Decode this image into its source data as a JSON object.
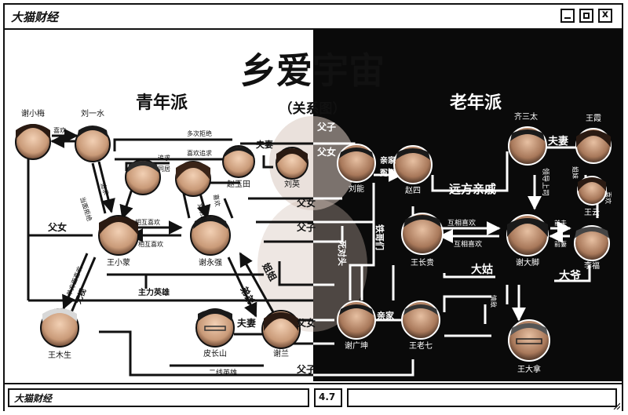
{
  "window": {
    "title": "大猫财经",
    "buttons": {
      "minimize": "_",
      "maximize": "□",
      "close": "x"
    }
  },
  "diagram": {
    "main_title": "乡爱宇宙",
    "subtitle": "（关系图）",
    "young_group": "青年派",
    "old_group": "老年派",
    "people": {
      "xie_xiaomei": "谢小梅",
      "liu_yishui": "刘一水",
      "qi_sange": "齐三太",
      "wang_yun_top": "王霞",
      "zhao_yutian": "赵玉田",
      "liu_ying": "刘英",
      "liu_neng": "刘能",
      "zhao_si": "赵四",
      "wang_yun": "王云",
      "wang_xiaomeng": "王小蒙",
      "xie_yongqiang": "谢永强",
      "wang_changgui": "王长贵",
      "xie_dajiao": "谢大脚",
      "li_ge": "李福",
      "wang_musheng": "王木生",
      "pi_changshan": "皮长山",
      "xie_lan": "谢兰",
      "xie_guangkun": "谢广坤",
      "wang_laoqi": "王老七",
      "wang_dabao": "王大拿"
    },
    "relations": {
      "xihuan": "喜欢",
      "zhuiqiu": "追求",
      "dangmianjujue": "当面拒绝",
      "duocijujue": "多次拒绝",
      "xihuanzhuiqiu": "喜欢追求",
      "zhuiqiu2": "追求",
      "tongju": "同居",
      "fuqi1": "夫妻",
      "fuzi1": "父子",
      "funv1": "父女",
      "qinjia1": "亲家",
      "yuanjia": "冤家",
      "yuanfangqinqi": "远方亲戚",
      "fuqi2": "夫妻",
      "lingdaoshangsi": "领导上司",
      "jiemei": "姐妹",
      "xihuan2": "喜欢",
      "funv2": "父女",
      "huxiangxihuan1": "相互喜欢",
      "huxiangxihuan2": "相互喜欢",
      "nvpengyou": "女朋友",
      "funv3": "父女",
      "fuzi2": "父子",
      "huxiangxihuan3": "互相喜欢",
      "huxiangxihuan4": "互相喜欢",
      "qianfu": "前夫",
      "qianqi": "前妻",
      "dagu": "大姑",
      "daye": "大爷",
      "sidui": "死对头",
      "tiegemen": "铁哥们",
      "danfangxihuan": "单方面喜欢",
      "wushi": "无视",
      "zhulifengyuan": "主力英雄",
      "didi": "弟弟",
      "jiejie": "姐姐",
      "xihuan3": "喜欢",
      "qingman": "情敌",
      "fuqi3": "夫妻",
      "funv4": "父女",
      "qinjia2": "亲家",
      "erxianyingxiong": "二线英雄",
      "fuzi3": "父子"
    }
  },
  "status": {
    "left": "大猫财经",
    "mid": "4.7",
    "right": ""
  },
  "colors": {
    "frame": "#111111",
    "dark_side": "#0a0a0a",
    "light_side": "#ffffff"
  }
}
